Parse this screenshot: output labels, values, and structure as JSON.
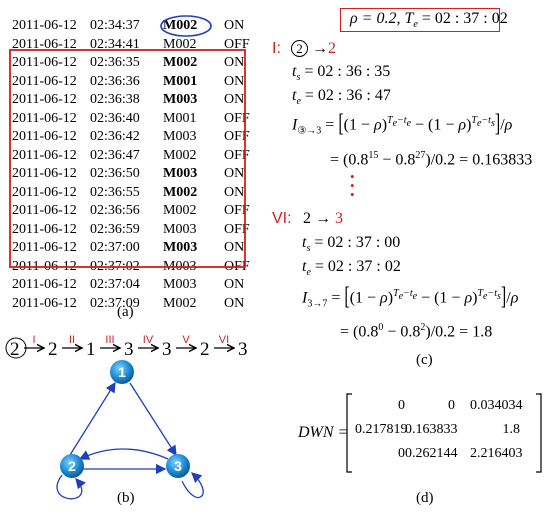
{
  "table": {
    "rows": [
      {
        "date": "2011-06-12",
        "time": "02:34:37",
        "device": "M002",
        "status": "ON",
        "bold": true,
        "circled": true
      },
      {
        "date": "2011-06-12",
        "time": "02:34:41",
        "device": "M002",
        "status": "OFF",
        "bold": false
      },
      {
        "date": "2011-06-12",
        "time": "02:36:35",
        "device": "M002",
        "status": "ON",
        "bold": true
      },
      {
        "date": "2011-06-12",
        "time": "02:36:36",
        "device": "M001",
        "status": "ON",
        "bold": true
      },
      {
        "date": "2011-06-12",
        "time": "02:36:38",
        "device": "M003",
        "status": "ON",
        "bold": true
      },
      {
        "date": "2011-06-12",
        "time": "02:36:40",
        "device": "M001",
        "status": "OFF",
        "bold": false
      },
      {
        "date": "2011-06-12",
        "time": "02:36:42",
        "device": "M003",
        "status": "OFF",
        "bold": false
      },
      {
        "date": "2011-06-12",
        "time": "02:36:47",
        "device": "M002",
        "status": "OFF",
        "bold": false
      },
      {
        "date": "2011-06-12",
        "time": "02:36:50",
        "device": "M003",
        "status": "ON",
        "bold": true
      },
      {
        "date": "2011-06-12",
        "time": "02:36:55",
        "device": "M002",
        "status": "ON",
        "bold": true
      },
      {
        "date": "2011-06-12",
        "time": "02:36:56",
        "device": "M002",
        "status": "OFF",
        "bold": false
      },
      {
        "date": "2011-06-12",
        "time": "02:36:59",
        "device": "M003",
        "status": "OFF",
        "bold": false
      },
      {
        "date": "2011-06-12",
        "time": "02:37:00",
        "device": "M003",
        "status": "ON",
        "bold": true
      },
      {
        "date": "2011-06-12",
        "time": "02:37:02",
        "device": "M003",
        "status": "OFF",
        "bold": false
      },
      {
        "date": "2011-06-12",
        "time": "02:37:04",
        "device": "M003",
        "status": "ON",
        "bold": false
      },
      {
        "date": "2011-06-12",
        "time": "02:37:09",
        "device": "M002",
        "status": "ON",
        "bold": false
      }
    ]
  },
  "captions": {
    "a": "(a)",
    "b": "(b)",
    "c": "(c)",
    "d": "(d)"
  },
  "sequence": {
    "nodes": [
      "2",
      "2",
      "1",
      "3",
      "3",
      "2",
      "3"
    ],
    "steps": [
      "I",
      "II",
      "III",
      "IV",
      "V",
      "VI"
    ]
  },
  "graph": {
    "nodes": [
      "1",
      "2",
      "3"
    ]
  },
  "params": {
    "rho": "ρ = 0.2, T",
    "e_sub": "e",
    "eq": " = 02 : 37 : 02"
  },
  "case1": {
    "label": "I:",
    "from": "2",
    "to": "2",
    "ts": "= 02 : 36 : 35",
    "te": "= 02 : 36 : 47",
    "isub": "③→3",
    "eval": "= (0.8",
    "exp1": "15",
    "mid": " − 0.8",
    "exp2": "27",
    "tail": ")/0.2 = 0.163833"
  },
  "dots": [
    "•",
    "•",
    "•"
  ],
  "case6": {
    "label": "VI:",
    "from": "2",
    "to": "3",
    "ts": "= 02 : 37 : 00",
    "te": "= 02 : 37 : 02",
    "isub": "3→7",
    "eval": "= (0.8",
    "exp1": "0",
    "mid": " − 0.8",
    "exp2": "2",
    "tail": ")/0.2 = 1.8"
  },
  "matrix": {
    "label": "DWN =",
    "rows": [
      [
        "0",
        "0",
        "0.034034"
      ],
      [
        "0.217819",
        "0.163833",
        "1.8"
      ],
      [
        "0",
        "0.262144",
        "2.216403"
      ]
    ]
  },
  "colors": {
    "red": "#d21f1f",
    "blue": "#1f3fbf",
    "node": "#1e8fd6"
  }
}
